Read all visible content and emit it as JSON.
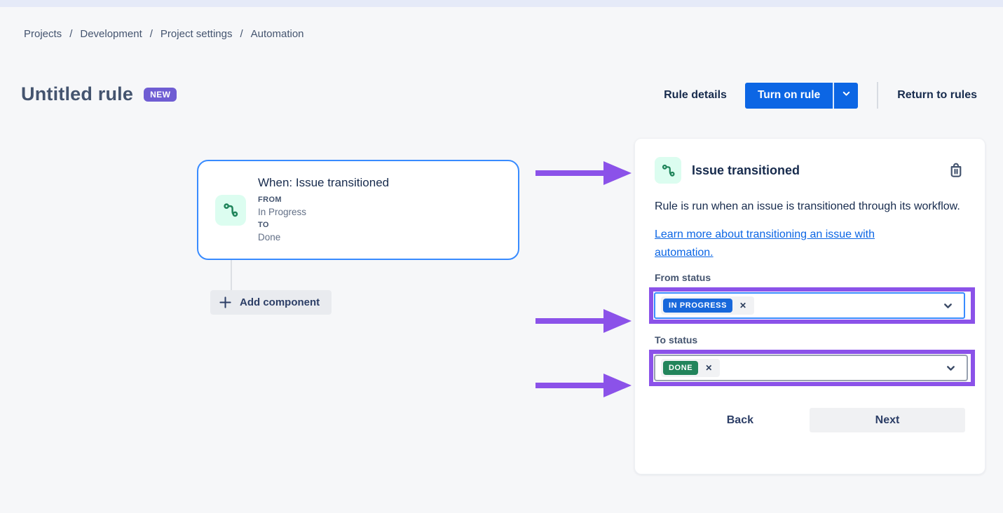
{
  "breadcrumb": {
    "separator": "/",
    "items": [
      "Projects",
      "Development",
      "Project settings",
      "Automation"
    ]
  },
  "header": {
    "title": "Untitled rule",
    "badge": "NEW",
    "rule_details_label": "Rule details",
    "turn_on_rule_label": "Turn on rule",
    "return_to_rules_label": "Return to rules"
  },
  "canvas": {
    "trigger_card": {
      "title": "When: Issue transitioned",
      "from_label": "FROM",
      "from_value": "In Progress",
      "to_label": "TO",
      "to_value": "Done"
    },
    "add_component_label": "Add component"
  },
  "panel": {
    "title": "Issue transitioned",
    "description": "Rule is run when an issue is transitioned through its workflow.",
    "learn_more_link": "Learn more about transitioning an issue with automation.",
    "from_status": {
      "label": "From status",
      "selected_tag": "IN PROGRESS"
    },
    "to_status": {
      "label": "To status",
      "selected_tag": "DONE"
    },
    "back_label": "Back",
    "next_label": "Next"
  },
  "icons": {
    "close": "✕",
    "transition": "workflow-transition-glyph",
    "trash": "trash-can-glyph",
    "plus": "plus-glyph",
    "chevron_down": "chevron-down-glyph",
    "annotation_arrow": "right-arrow-glyph"
  },
  "colors": {
    "page_bg": "#F6F7F9",
    "top_strip": "#E5EAF8",
    "primary_button_blue": "#0C66E4",
    "focus_border_blue": "#388BFF",
    "annotation_purple": "#8B52E9",
    "badge_purple": "#6F5DD3",
    "lozenge_in_progress_blue": "#1868DB",
    "lozenge_done_green": "#22845B",
    "icon_green": "#1F845A",
    "icon_bg_mint": "#DCFDF0",
    "text_dark": "#172B4D",
    "text_secondary": "#44546F",
    "text_muted": "#626F86"
  }
}
